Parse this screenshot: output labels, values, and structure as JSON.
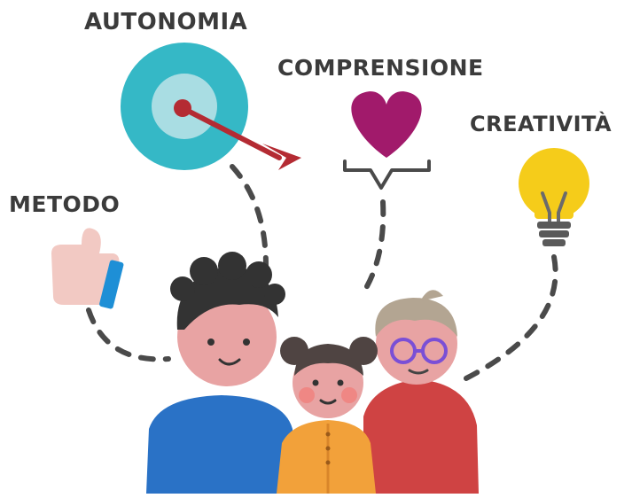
{
  "labels": {
    "autonomia": "AUTONOMIA",
    "comprensione": "COMPRENSIONE",
    "creativita": "CREATIVITÀ",
    "metodo": "METODO"
  },
  "colors": {
    "text": "#3b3b3b",
    "dash": "#4a4a4a",
    "target_outer": "#35b8c6",
    "target_inner": "#a9dde3",
    "arrow": "#b42b33",
    "heart": "#a11a6b",
    "bulb": "#f5cc1a",
    "thumb": "#f2c9c3",
    "cuff": "#1e8fd6",
    "skin": "#e8a3a3",
    "hair_dark": "#333333",
    "hair_girl": "#4f4442",
    "hair_boy": "#b3a592",
    "shirt_blue": "#2a72c6",
    "shirt_orange": "#f2a13a",
    "shirt_red": "#cf4343",
    "glasses": "#7a4fd6"
  },
  "icons": {
    "autonomia": "target-icon",
    "comprensione": "heart-speech-bubble-icon",
    "creativita": "lightbulb-icon",
    "metodo": "thumbs-up-icon"
  }
}
